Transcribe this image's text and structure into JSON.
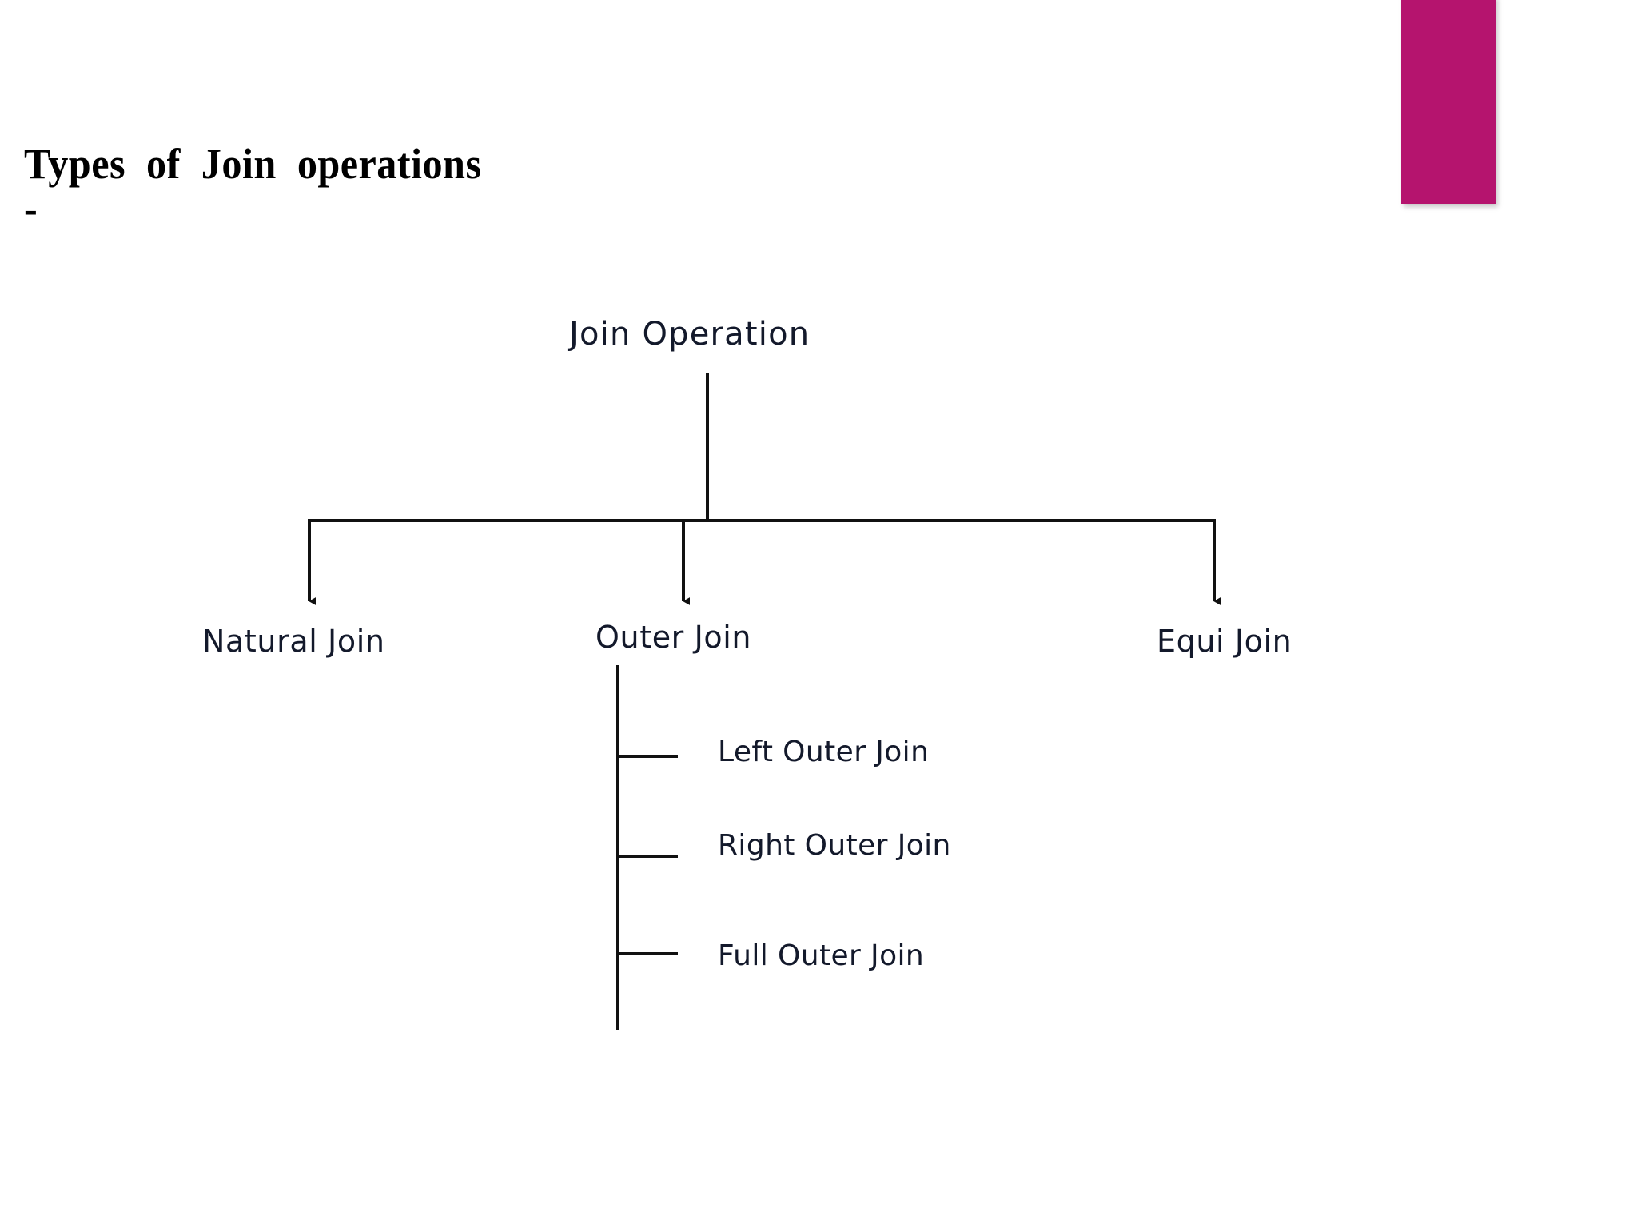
{
  "slide": {
    "title": "Types  of  Join  operations",
    "subtitle": "-",
    "background_color": "#FFFFFF",
    "accent_color": "#B5146E"
  },
  "diagram": {
    "type": "tree",
    "root": {
      "label": "Join Operation"
    },
    "children": [
      {
        "label": "Natural Join"
      },
      {
        "label": "Outer Join",
        "children": [
          {
            "label": "Left Outer Join"
          },
          {
            "label": "Right Outer Join"
          },
          {
            "label": "Full Outer Join"
          }
        ]
      },
      {
        "label": "Equi Join"
      }
    ],
    "connector_color": "#111111",
    "label_color": "#13192B"
  }
}
